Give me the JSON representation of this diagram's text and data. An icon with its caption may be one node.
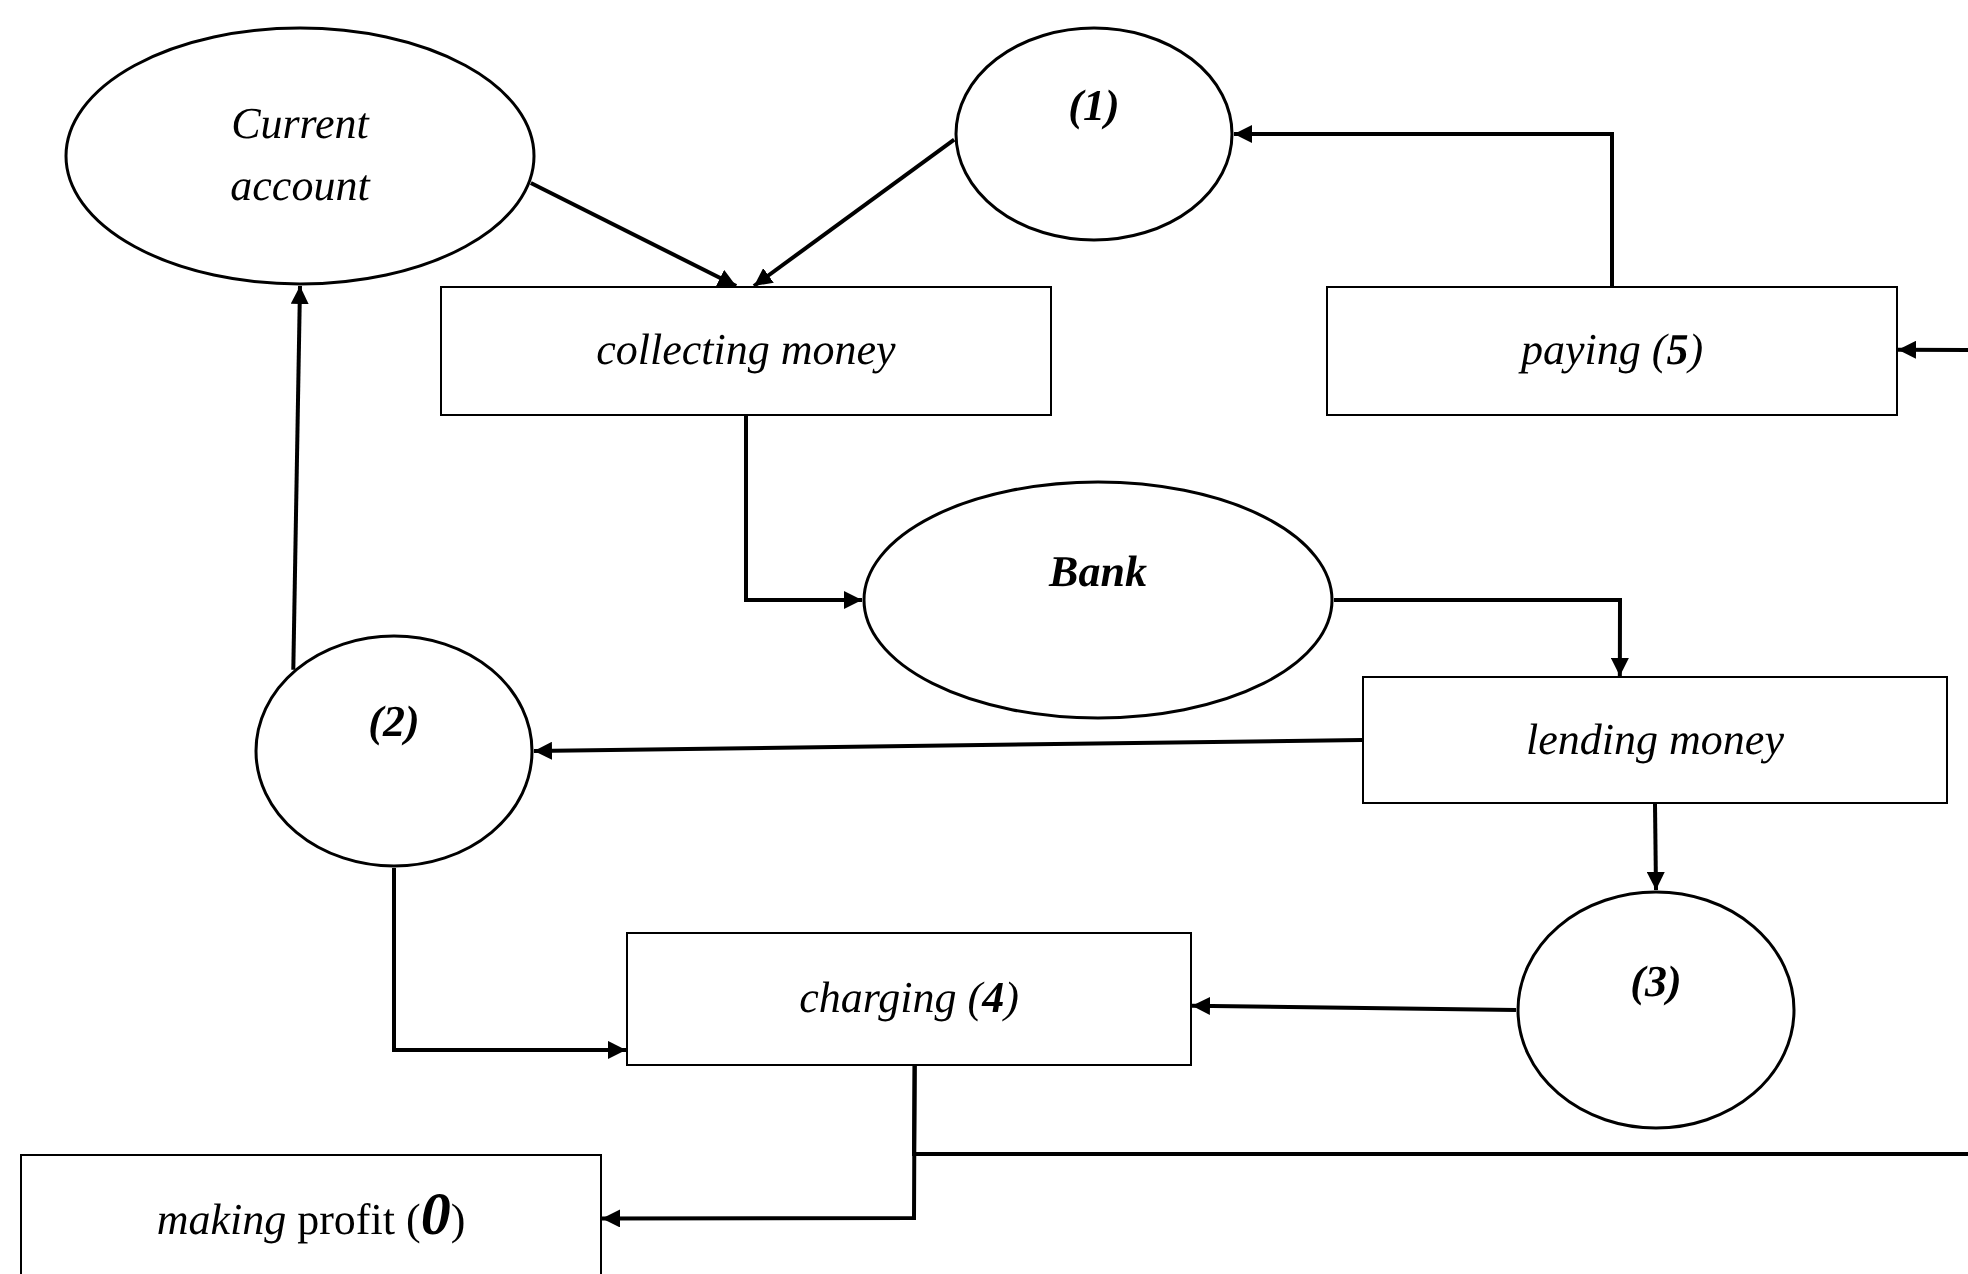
{
  "diagram": {
    "nodes": [
      {
        "text": [
          "Current account"
        ]
      },
      {
        "text": [
          "(1)"
        ]
      },
      {
        "text": [
          "collecting money"
        ]
      },
      {
        "text": [
          "paying (**5**)"
        ]
      },
      {
        "text": [
          "Bank"
        ]
      },
      {
        "text": [
          "lending money"
        ]
      },
      {
        "text": [
          "(2)"
        ]
      },
      {
        "text": [
          "(3)"
        ]
      },
      {
        "text": [
          "charging (**4**)"
        ]
      },
      {
        "text": [
          "*making* profit (**0**)"
        ]
      }
    ],
    "edges": [
      {
        "from": 0,
        "to": 2,
        "arrow": "to"
      },
      {
        "from": 1,
        "to": 2,
        "arrow": "to"
      },
      {
        "from": 3,
        "to": 1,
        "arrow": "to"
      },
      {
        "from": null,
        "to": 3,
        "arrow": "to"
      },
      {
        "from": 2,
        "to": 4,
        "arrow": "to"
      },
      {
        "from": 4,
        "to": 5,
        "arrow": "to"
      },
      {
        "from": 5,
        "to": 6,
        "arrow": "to"
      },
      {
        "from": 5,
        "to": 7,
        "arrow": "to"
      },
      {
        "from": 7,
        "to": 8,
        "arrow": "to"
      },
      {
        "from": 6,
        "to": 8,
        "arrow": "to"
      },
      {
        "from": 6,
        "to": 0,
        "arrow": "to"
      },
      {
        "from": 8,
        "to": 9,
        "arrow": "to"
      },
      {
        "from": 8,
        "to": null,
        "arrow": "none"
      }
    ]
  }
}
